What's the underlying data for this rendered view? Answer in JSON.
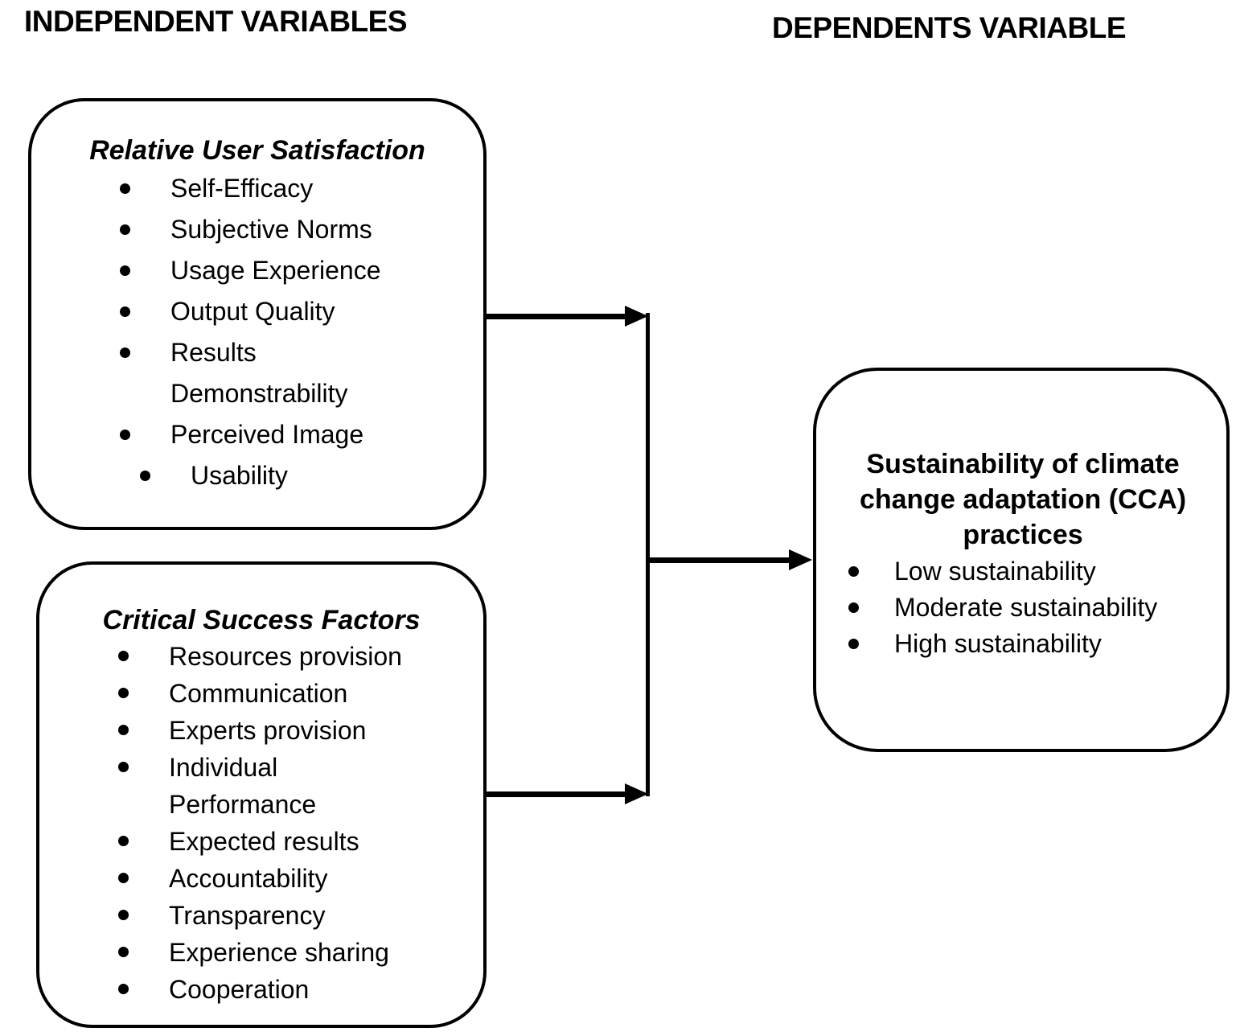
{
  "headers": {
    "independent": "INDEPENDENT VARIABLES",
    "dependent": "DEPENDENTS VARIABLE"
  },
  "boxes": {
    "relative_user_satisfaction": {
      "title": "Relative User Satisfaction",
      "items": [
        "Self-Efficacy",
        "Subjective Norms",
        "Usage Experience",
        "Output Quality",
        "Results Demonstrability",
        "Perceived Image",
        "Usability"
      ]
    },
    "critical_success_factors": {
      "title": "Critical Success Factors",
      "items": [
        "Resources provision",
        "Communication",
        "Experts provision",
        "Individual Performance",
        "Expected results",
        "Accountability",
        "Transparency",
        "Experience sharing",
        "Cooperation"
      ]
    },
    "sustainability": {
      "title": "Sustainability of climate change adaptation (CCA) practices",
      "items": [
        "Low sustainability",
        "Moderate sustainability",
        "High sustainability"
      ]
    }
  },
  "colors": {
    "line": "#000000",
    "box_border": "#000000",
    "text": "#000000",
    "background": "#ffffff"
  }
}
